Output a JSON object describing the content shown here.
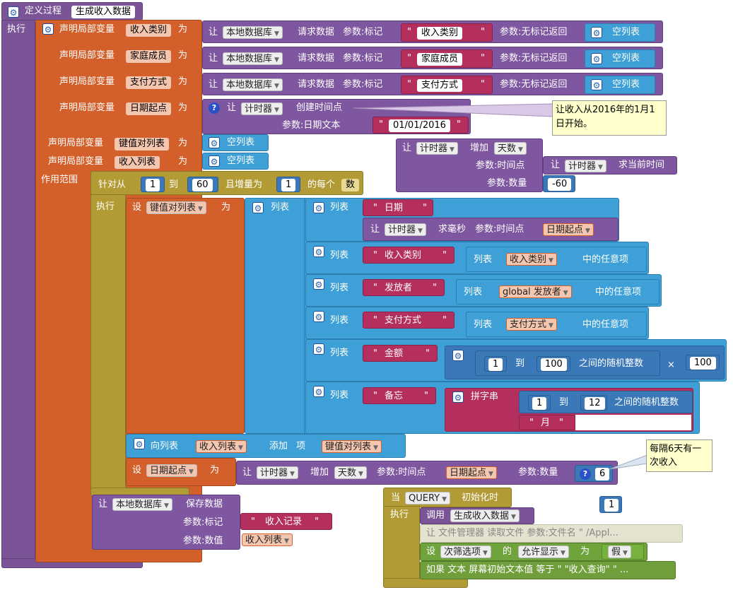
{
  "proc": {
    "keyword": "定义过程",
    "name": "生成收入数据",
    "do": "执行",
    "scope": "作用范围"
  },
  "decl": {
    "label": "声明局部变量",
    "as": "为"
  },
  "vars": {
    "v1": "收入类别",
    "v2": "家庭成员",
    "v3": "支付方式",
    "v4": "日期起点",
    "v5": "键值对列表",
    "v6": "收入列表"
  },
  "db": {
    "let": "让",
    "component": "本地数据库",
    "get": "请求数据",
    "tag_param": "参数:标记",
    "noTag": "参数:无标记返回",
    "emptyList": "空列表"
  },
  "tags": {
    "t1": "收入类别",
    "t2": "家庭成员",
    "t3": "支付方式"
  },
  "clock": {
    "component": "计时器",
    "makeInstant": "创建时间点",
    "dateParam": "参数:日期文本",
    "date": "01/01/2016",
    "addLabel": "增加",
    "days": "天数",
    "instantParam": "参数:时间点",
    "now": "求当前时间",
    "countParam": "参数:数量",
    "neg": "-60",
    "millis": "求毫秒"
  },
  "comments": {
    "c1": "让收入从2016年的1月1日开始。",
    "c2": "每隔6天有一次收入"
  },
  "loop": {
    "for": "针对从",
    "from": "1",
    "to_kw": "到",
    "to": "60",
    "step_kw": "且增量为",
    "step": "1",
    "each": "的每个",
    "var": "数",
    "do": "执行"
  },
  "set": {
    "set": "设",
    "as": "为"
  },
  "list": {
    "make": "列表",
    "random": "中的任意项",
    "global_issuer": "global 发放者"
  },
  "texts": {
    "date": "日期",
    "category": "收入类别",
    "issuer": "发放者",
    "pay": "支付方式",
    "amount": "金额",
    "memo": "备忘",
    "yue": "月",
    "record": "收入记录"
  },
  "math": {
    "r1a": "1",
    "r1b": "100",
    "randomInt": "之间的随机整数",
    "times": "×",
    "mul": "100",
    "r2a": "1",
    "r2b": "12",
    "num6": "6",
    "num1": "1"
  },
  "join": "拼字串",
  "append": {
    "to": "向列表",
    "add": "添加",
    "item": "项"
  },
  "save": {
    "label": "保存数据",
    "valueParam": "参数:数值"
  },
  "event": {
    "when": "当",
    "comp": "QUERY",
    "init": "初始化时",
    "do": "执行",
    "call": "调用",
    "readFile": "让 文件管理器 读取文件 参数:文件名  \" /Appl...",
    "setPre": "设",
    "spinner": "次筛选项",
    "of": "的",
    "prop": "允许显示",
    "bool": "假",
    "ifText": "如果 文本 屏幕初始文本值 等于  \" \"收入查询\" \" ..."
  }
}
